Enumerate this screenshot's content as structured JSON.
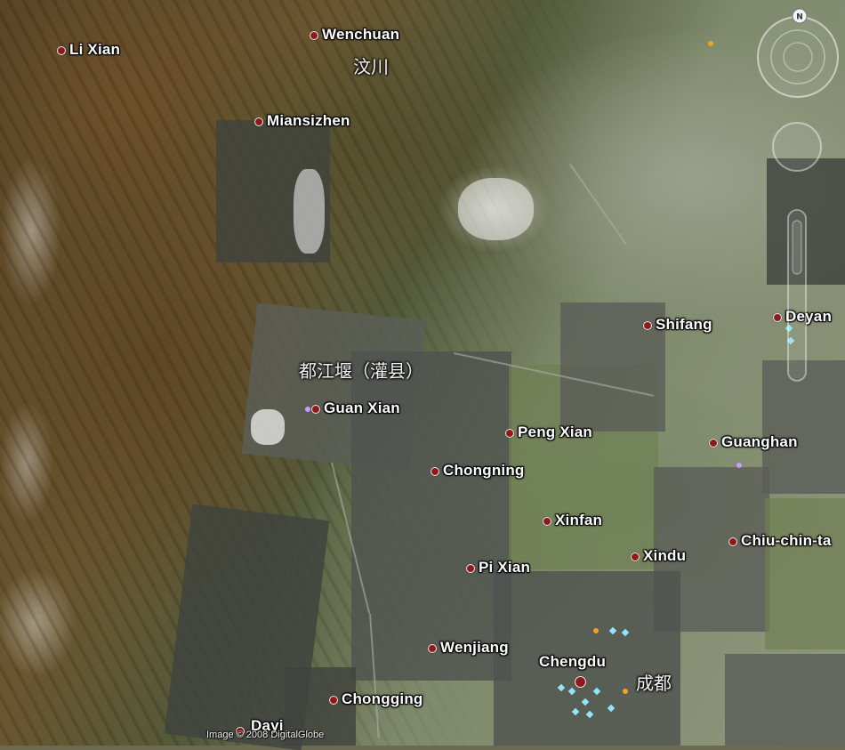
{
  "map": {
    "places": [
      {
        "id": "li-xian",
        "label": "Li Xian"
      },
      {
        "id": "wenchuan",
        "label": "Wenchuan"
      },
      {
        "id": "miansizhen",
        "label": "Miansizhen"
      },
      {
        "id": "guan-xian",
        "label": "Guan Xian"
      },
      {
        "id": "shifang",
        "label": "Shifang"
      },
      {
        "id": "deyang",
        "label": "Deyan"
      },
      {
        "id": "peng-xian",
        "label": "Peng Xian"
      },
      {
        "id": "guanghan",
        "label": "Guanghan"
      },
      {
        "id": "chongning",
        "label": "Chongning"
      },
      {
        "id": "xinfan",
        "label": "Xinfan"
      },
      {
        "id": "xindu",
        "label": "Xindu"
      },
      {
        "id": "chiu-chin-ta",
        "label": "Chiu-chin-ta"
      },
      {
        "id": "pi-xian",
        "label": "Pi Xian"
      },
      {
        "id": "wenjiang",
        "label": "Wenjiang"
      },
      {
        "id": "chengdu",
        "label": "Chengdu"
      },
      {
        "id": "chongging",
        "label": "Chongging"
      },
      {
        "id": "dayi",
        "label": "Dayi"
      }
    ],
    "chinese_labels": {
      "wenchuan": "汶川",
      "dujiangyan": "都江堰（灌县）",
      "chengdu": "成都"
    },
    "credit": "Image © 2008 DigitalGlobe",
    "compass_letter": "N"
  }
}
